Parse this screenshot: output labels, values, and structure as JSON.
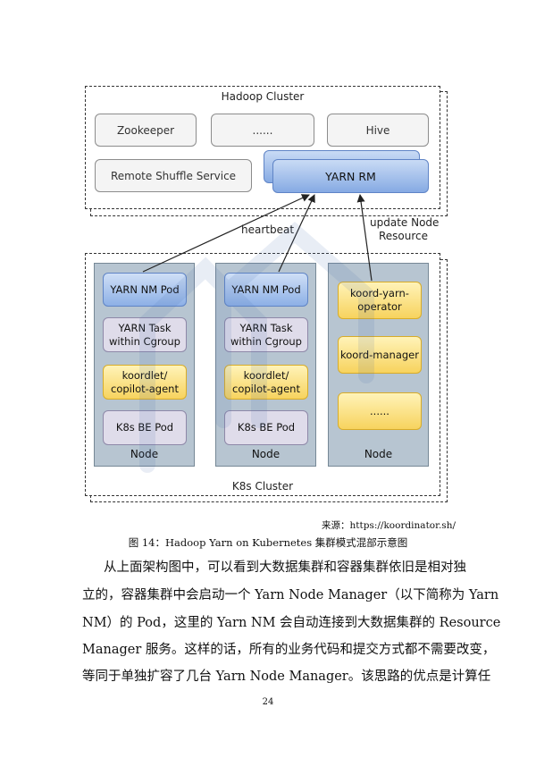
{
  "hadoop_cluster": {
    "title": "Hadoop Cluster",
    "boxes": [
      "Zookeeper",
      "......",
      "Hive",
      "Remote Shuffle Service"
    ],
    "yarn_rm": "YARN RM"
  },
  "edges": {
    "heartbeat": "heartbeat",
    "update_line1": "update Node",
    "update_line2": "Resource"
  },
  "k8s_cluster": {
    "title": "K8s Cluster",
    "nodes": [
      {
        "label": "Node",
        "pods": [
          "YARN NM Pod",
          "YARN Task within Cgroup",
          "koordlet/ copilot-agent",
          "K8s BE Pod"
        ]
      },
      {
        "label": "Node",
        "pods": [
          "YARN NM Pod",
          "YARN Task within Cgroup",
          "koordlet/ copilot-agent",
          "K8s BE Pod"
        ]
      },
      {
        "label": "Node",
        "pods": [
          "koord-yarn-operator",
          "koord-manager",
          "......"
        ]
      }
    ]
  },
  "source_note": "来源：https://koordinator.sh/",
  "caption": "图 14：Hadoop Yarn on Kubernetes 集群模式混部示意图",
  "body_lines": [
    "从上面架构图中，可以看到大数据集群和容器集群依旧是相对独",
    "立的，容器集群中会启动一个 Yarn Node Manager（以下简称为 Yarn",
    "NM）的 Pod，这里的 Yarn NM 会自动连接到大数据集群的 Resource",
    "Manager 服务。这样的话，所有的业务代码和提交方式都不需要改变，",
    "等同于单独扩容了几台 Yarn Node Manager。该思路的优点是计算任"
  ],
  "page_number": "24",
  "colors": {
    "blue": "#86aae3",
    "yellow": "#f7d35e",
    "lavender": "#dfdcea",
    "node_bg": "#b7c5d1"
  }
}
